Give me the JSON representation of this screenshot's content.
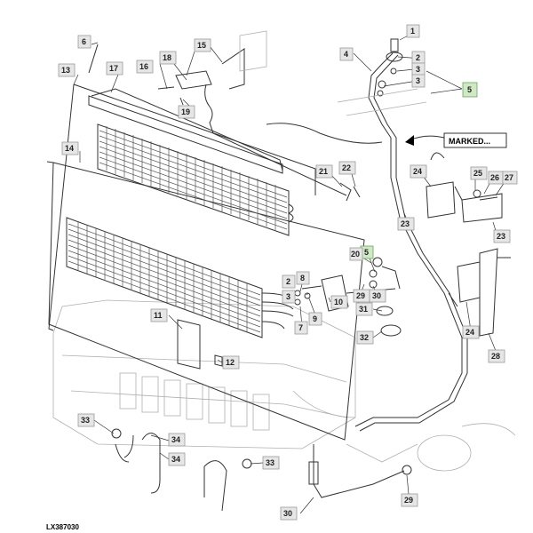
{
  "figure_code": "LX387030",
  "marked_label": "MARKED...",
  "callouts": {
    "c1": "1",
    "c2a": "2",
    "c2b": "2",
    "c3a": "3",
    "c3b": "3",
    "c4": "4",
    "c5a": "5",
    "c5b": "5",
    "c6": "6",
    "c7": "7",
    "c8": "8",
    "c9": "9",
    "c10": "10",
    "c11": "11",
    "c12": "12",
    "c13": "13",
    "c14": "14",
    "c15": "15",
    "c16": "16",
    "c17": "17",
    "c18": "18",
    "c19": "19",
    "c20": "20",
    "c21": "21",
    "c22": "22",
    "c23a": "23",
    "c23b": "23",
    "c24a": "24",
    "c24b": "24",
    "c25": "25",
    "c26": "26",
    "c27": "27",
    "c28": "28",
    "c29a": "29",
    "c29b": "29",
    "c30a": "30",
    "c30b": "30",
    "c31": "31",
    "c32": "32",
    "c33a": "33",
    "c33b": "33",
    "c34a": "34",
    "c34b": "34"
  }
}
